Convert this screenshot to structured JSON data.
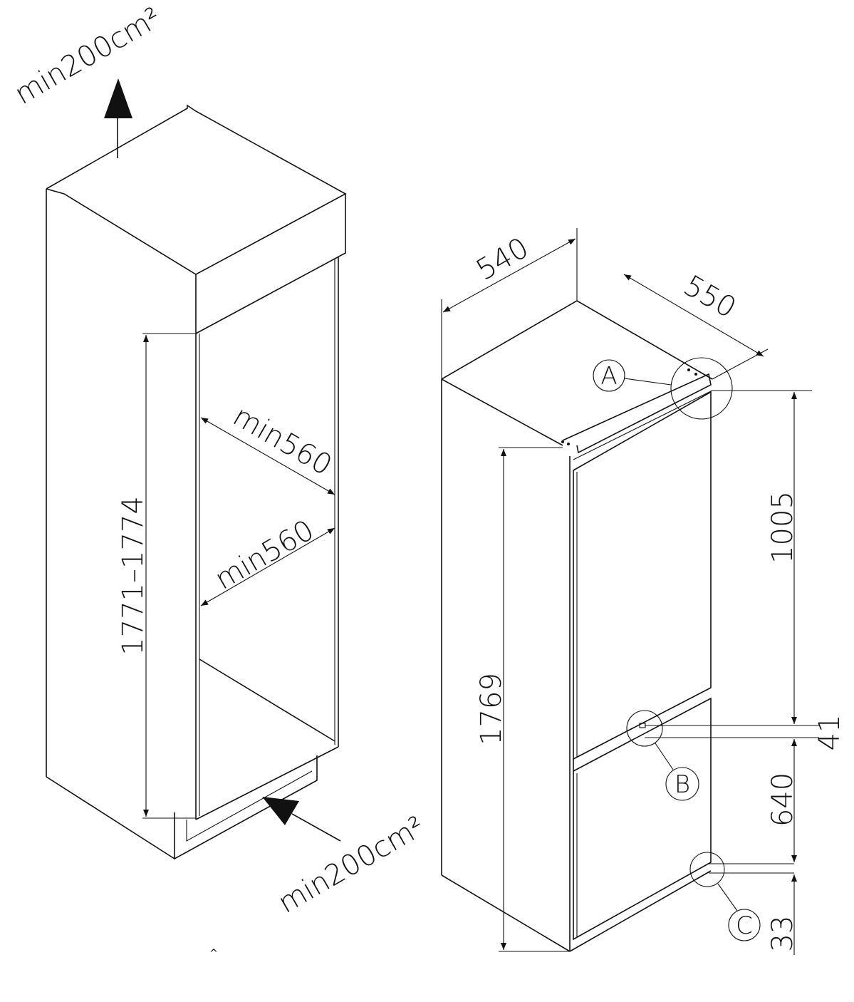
{
  "left_diagram": {
    "vent_top": "min200cm²",
    "vent_bottom": "min200cm²",
    "niche_height": "1771–1774",
    "niche_depth": "min560",
    "niche_width": "min560",
    "caret": "^"
  },
  "right_diagram": {
    "width": "540",
    "depth": "550",
    "total_height": "1769",
    "upper_door_height": "1005",
    "gap": "41",
    "lower_door_height": "640",
    "bottom_offset": "33",
    "detail_labels": [
      "A",
      "B",
      "C"
    ]
  }
}
